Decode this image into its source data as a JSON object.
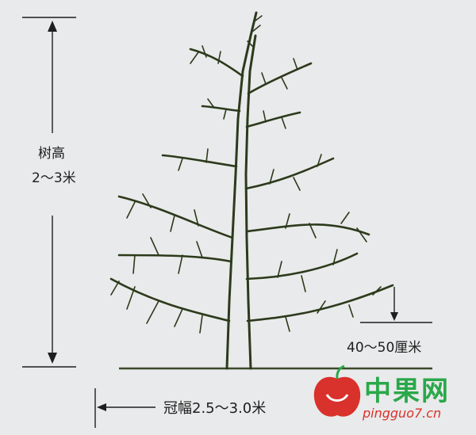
{
  "tree_height": {
    "label": "树高",
    "value": "2～3米"
  },
  "trunk_height": {
    "value": "40～50厘米"
  },
  "crown_width": {
    "value": "冠幅2.5～3.0米"
  },
  "watermark": {
    "brand": "中果网",
    "url": "pingguo7.cn",
    "brand_color": "#2aa84a",
    "logo_color": "#d9312b"
  }
}
